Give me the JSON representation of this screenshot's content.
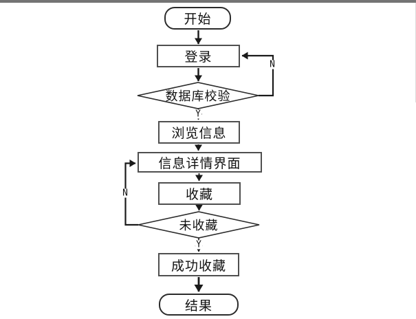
{
  "diagram": {
    "type": "flowchart",
    "nodes": {
      "start": {
        "label": "开始",
        "shape": "rounded-rectangle"
      },
      "login": {
        "label": "登录",
        "shape": "rectangle"
      },
      "db_check": {
        "label": "数据库校验",
        "shape": "diamond"
      },
      "browse_info": {
        "label": "浏览信息",
        "shape": "rectangle"
      },
      "info_detail": {
        "label": "信息详情界面",
        "shape": "rectangle"
      },
      "favorite": {
        "label": "收藏",
        "shape": "rectangle"
      },
      "not_favorited": {
        "label": "未收藏",
        "shape": "diamond"
      },
      "favorite_success": {
        "label": "成功收藏",
        "shape": "rectangle"
      },
      "result": {
        "label": "结果",
        "shape": "rounded-rectangle"
      }
    },
    "edge_labels": {
      "db_check_yes": "Y",
      "db_check_no": "N",
      "not_favorited_yes": "Y",
      "not_favorited_no": "N"
    },
    "colors": {
      "line": "#1a1a1a",
      "rect_border": "#4f4f4f",
      "shape_stroke": "#2b2b2b",
      "top_bar": "#747474",
      "background": "#ffffff"
    }
  }
}
